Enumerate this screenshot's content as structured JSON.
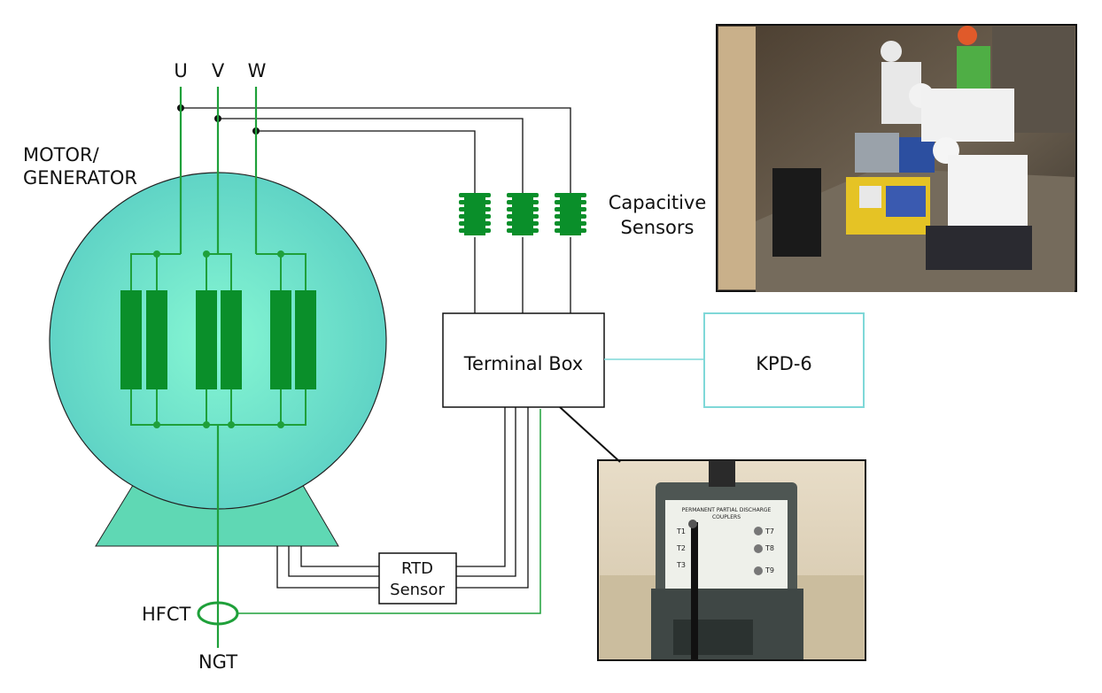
{
  "phases": {
    "u": "U",
    "v": "V",
    "w": "W"
  },
  "machine": {
    "line1": "MOTOR/",
    "line2": "GENERATOR"
  },
  "capacitive_sensors": {
    "line1": "Capacitive",
    "line2": "Sensors"
  },
  "terminal_box": "Terminal Box",
  "kpd": "KPD-6",
  "rtd": {
    "line1": "RTD",
    "line2": "Sensor"
  },
  "hfct": "HFCT",
  "ngt": "NGT",
  "photo_panel": {
    "title_line1": "PERMANENT PARTIAL DISCHARGE",
    "title_line2": "COUPLERS",
    "left_labels": [
      "T1",
      "T2",
      "T3"
    ],
    "right_labels": [
      "T7",
      "T8",
      "T9"
    ]
  },
  "colors": {
    "green_wire": "#1fa03a",
    "winding_green": "#0a8f2a",
    "machine_fill": "#6fe0c0",
    "base_fill": "#5fd8b4",
    "kpd_border": "#7fd8d8",
    "black_wire": "#111111"
  }
}
